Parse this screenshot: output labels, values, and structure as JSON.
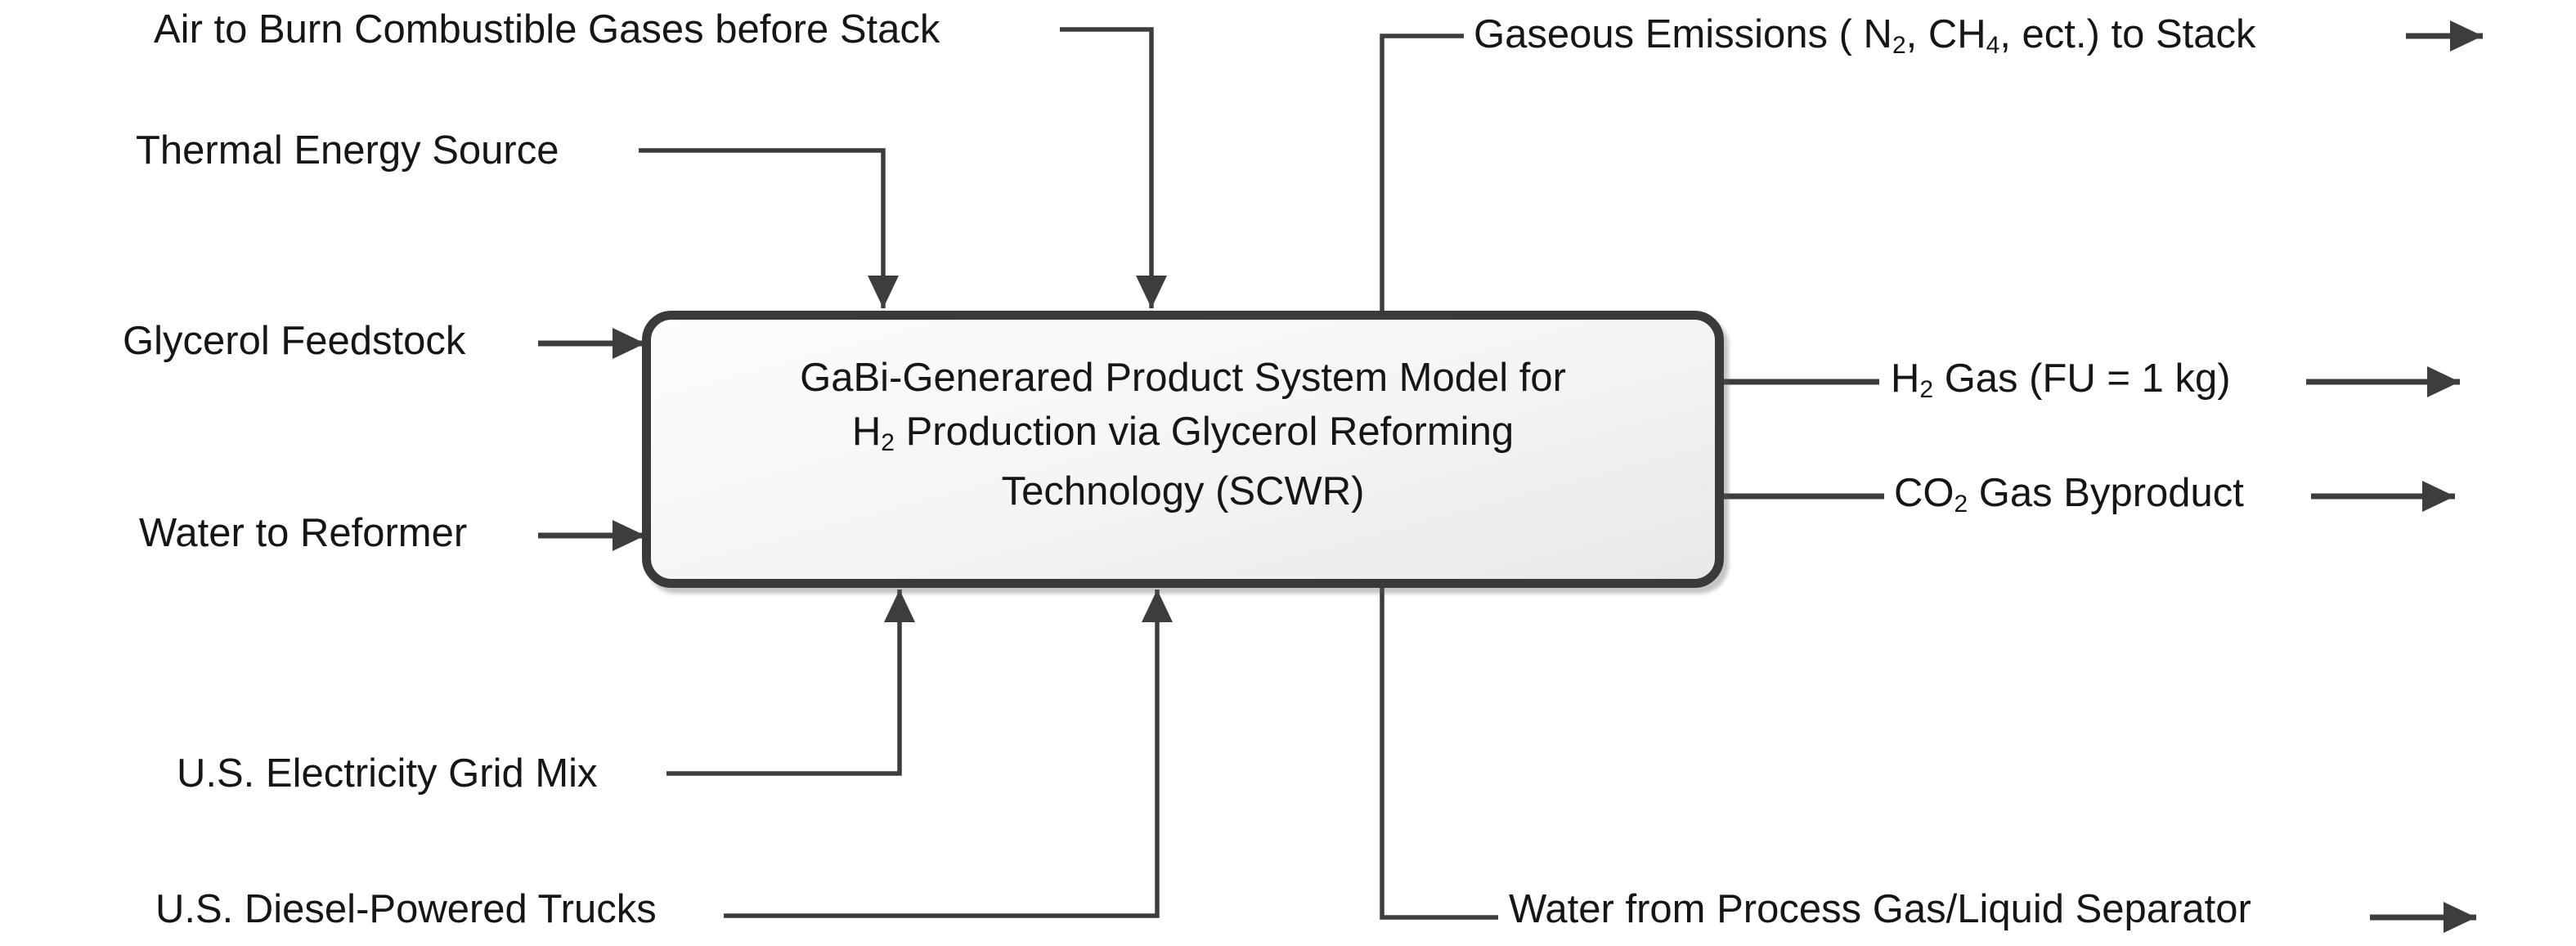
{
  "box": {
    "line1": "GaBi-Generared Product System Model for",
    "line2_p1": "H",
    "line2_s1": "2",
    "line2_p2": " Production via Glycerol Reforming",
    "line3": "Technology (SCWR)"
  },
  "inputs": {
    "air": {
      "label": "Air to Burn Combustible Gases before Stack"
    },
    "thermal": {
      "label": "Thermal Energy Source"
    },
    "glycerol": {
      "label": "Glycerol Feedstock"
    },
    "water": {
      "label": "Water to Reformer"
    },
    "electricity": {
      "label": "U.S. Electricity Grid Mix"
    },
    "diesel": {
      "label": "U.S. Diesel-Powered Trucks"
    }
  },
  "outputs": {
    "gaseous": {
      "p1": "Gaseous Emissions ( N",
      "s1": "2",
      "p2": ", CH",
      "s2": "4",
      "p3": ", ect.) to Stack"
    },
    "h2": {
      "p1": "H",
      "s1": "2",
      "p2": " Gas (FU = 1 kg)"
    },
    "co2": {
      "p1": "CO",
      "s1": "2",
      "p2": " Gas Byproduct"
    },
    "water": {
      "label": "Water from Process Gas/Liquid Separator"
    }
  },
  "colors": {
    "line": "#3d3d3d",
    "box_border": "#3a3a3a",
    "text": "#161616",
    "box_fill_top": "#fdfdfd",
    "box_fill_bottom": "#e8e8e8",
    "background": "#ffffff"
  }
}
